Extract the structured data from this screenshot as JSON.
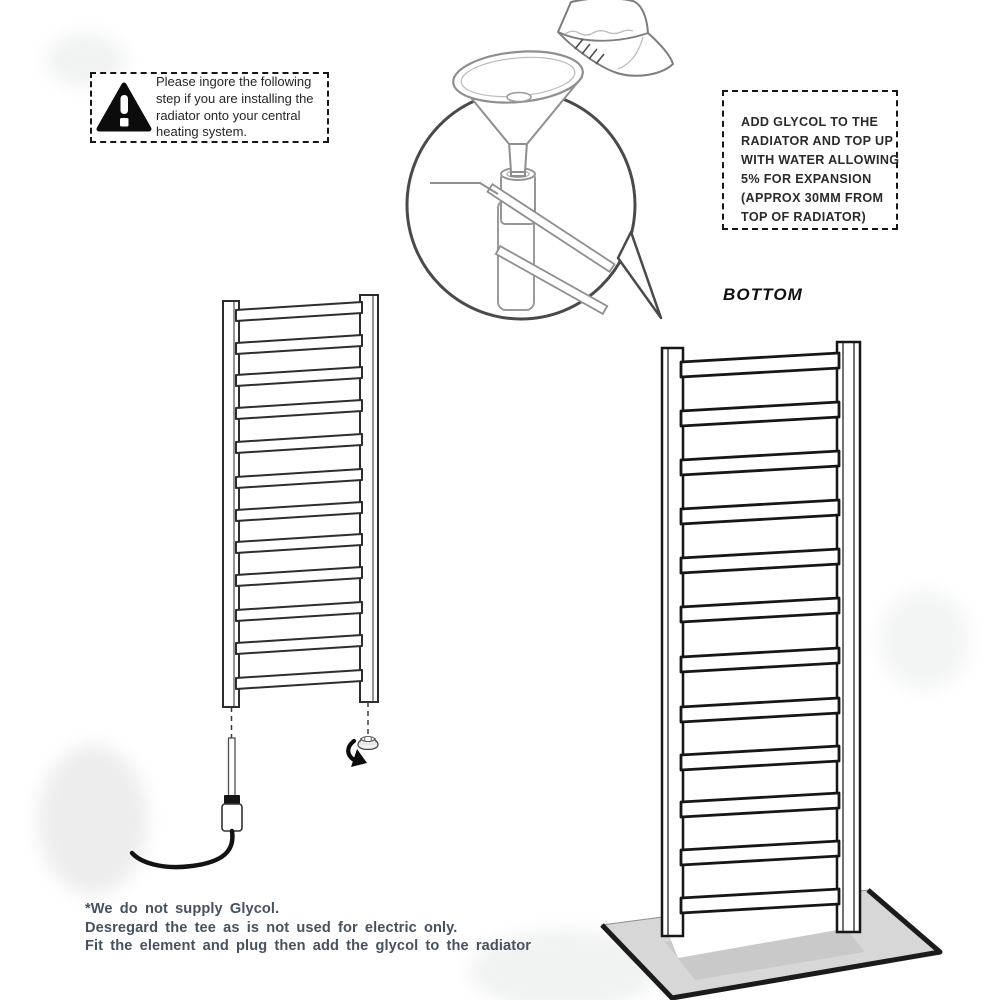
{
  "colors": {
    "background": "#ffffff",
    "ink": "#161616",
    "sketch_line": "#8a8a8a",
    "callout_line": "#4a4a4a",
    "platform_grey": "#d7d7d7",
    "footnote_text": "#46525e"
  },
  "warning_note": {
    "icon": "warning-triangle-icon",
    "text": "Please ingore the following step if you are installing the radiator onto your central heating system."
  },
  "glycol_note": {
    "lines": [
      "ADD GLYCOL TO THE",
      "RADIATOR AND TOP UP",
      "WITH WATER ALLOWING",
      "5% FOR EXPANSION",
      "(APPROX 30MM FROM",
      "TOP OF RADIATOR)"
    ]
  },
  "bottom_label": "BOTTOM",
  "footnote": {
    "lines": [
      "*We do not supply Glycol.",
      "Desregard the tee as is not used for electric only.",
      "Fit the element and plug then add the glycol to the radiator"
    ]
  },
  "illustrations": {
    "funnel_callout": "magnified-funnel-in-radiator-with-jug-pouring",
    "left_radiator": "towel-radiator-with-electric-element-and-blanking-plug",
    "right_radiator": "towel-radiator-standing-on-floor-panel"
  }
}
